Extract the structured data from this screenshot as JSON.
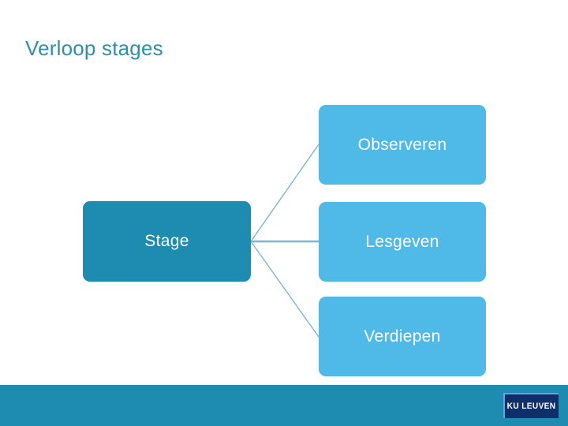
{
  "slide": {
    "title": "Verloop stages",
    "background_color": "#FFFFFF",
    "title_color": "#2E8FA8"
  },
  "diagram": {
    "type": "hierarchy",
    "root": {
      "label": "Stage",
      "fill_color": "#1E8CB0",
      "text_color": "#FFFFFF"
    },
    "children": [
      {
        "label": "Observeren",
        "fill_color": "#4FB9E8",
        "text_color": "#FFFFFF"
      },
      {
        "label": "Lesgeven",
        "fill_color": "#4FB9E8",
        "text_color": "#FFFFFF"
      },
      {
        "label": "Verdiepen",
        "fill_color": "#4FB9E8",
        "text_color": "#FFFFFF"
      }
    ],
    "connector_color": "#7FB5C9"
  },
  "footer": {
    "band_color": "#1E8CB0",
    "logo": {
      "text": "KU LEUVEN",
      "box_color": "#0F2F6B",
      "border_color": "#5BA9DE",
      "text_color": "#FFFFFF"
    }
  }
}
